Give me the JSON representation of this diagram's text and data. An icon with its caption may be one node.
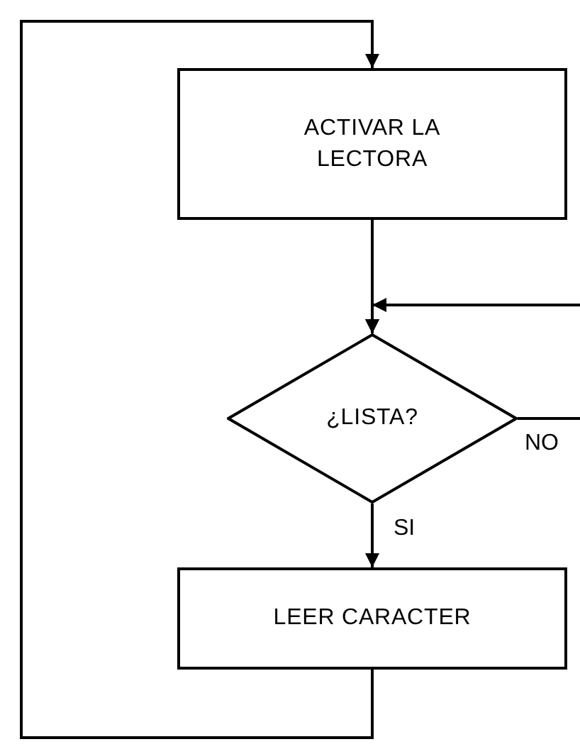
{
  "diagram": {
    "nodes": [
      {
        "text": [
          "ACTIVAR LA LECTORA"
        ]
      },
      {
        "text": [
          "¿LISTA?"
        ]
      },
      {
        "text": [
          "LEER CARACTER"
        ]
      }
    ],
    "edges": [
      {
        "from": 2,
        "to": 0,
        "arrow": "to"
      },
      {
        "from": 0,
        "to": 1,
        "arrow": "to"
      },
      {
        "from": null,
        "to": 1,
        "arrow": "to"
      },
      {
        "from": 1,
        "to": 2,
        "arrow": "to",
        "label": "SI"
      },
      {
        "from": 1,
        "to": null,
        "arrow": "none",
        "label": "NO"
      }
    ]
  }
}
